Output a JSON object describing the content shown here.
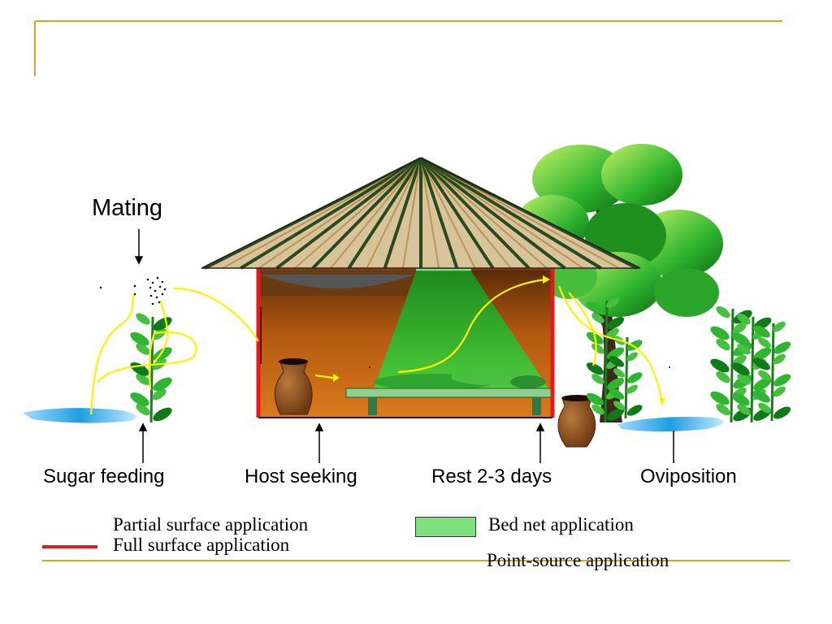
{
  "colors": {
    "frame_line": "#DAA520",
    "full_surface": "#E81818",
    "bed_net": "#7EE07E",
    "arrow_path": "#FFF200",
    "thatch": "#C8A46A",
    "wall": "#C86B1A",
    "leaf": "#2AB02A"
  },
  "diagram": {
    "mating": "Mating",
    "stages": [
      "Sugar feeding",
      "Host seeking",
      "Rest 2-3 days",
      "Oviposition"
    ]
  },
  "legend": {
    "partial_surface": "Partial surface application",
    "full_surface": "Full surface application",
    "bed_net": "Bed net application",
    "point_source": "Point-source application"
  }
}
